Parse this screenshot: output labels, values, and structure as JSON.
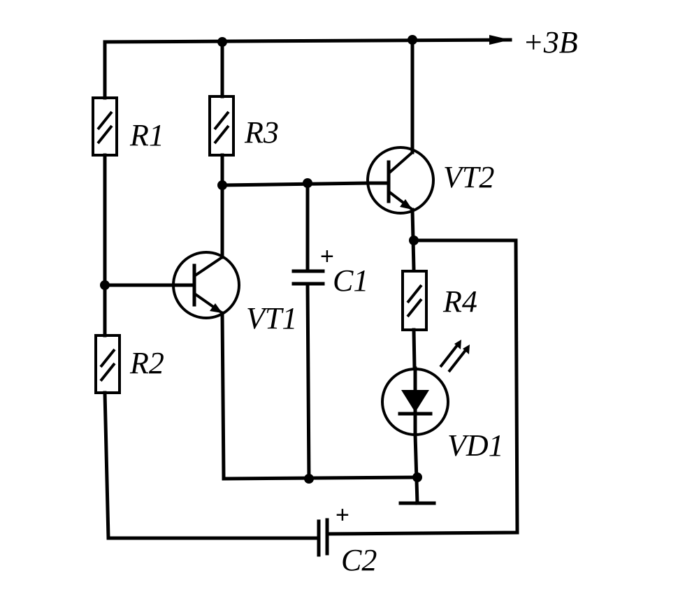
{
  "supply": {
    "label": "+3B"
  },
  "components": {
    "r1": "R1",
    "r2": "R2",
    "r3": "R3",
    "r4": "R4",
    "c1": "C1",
    "c2": "C2",
    "vt1": "VT1",
    "vt2": "VT2",
    "vd1": "VD1"
  },
  "polarity": {
    "c1_plus": "+",
    "c2_plus": "+"
  }
}
